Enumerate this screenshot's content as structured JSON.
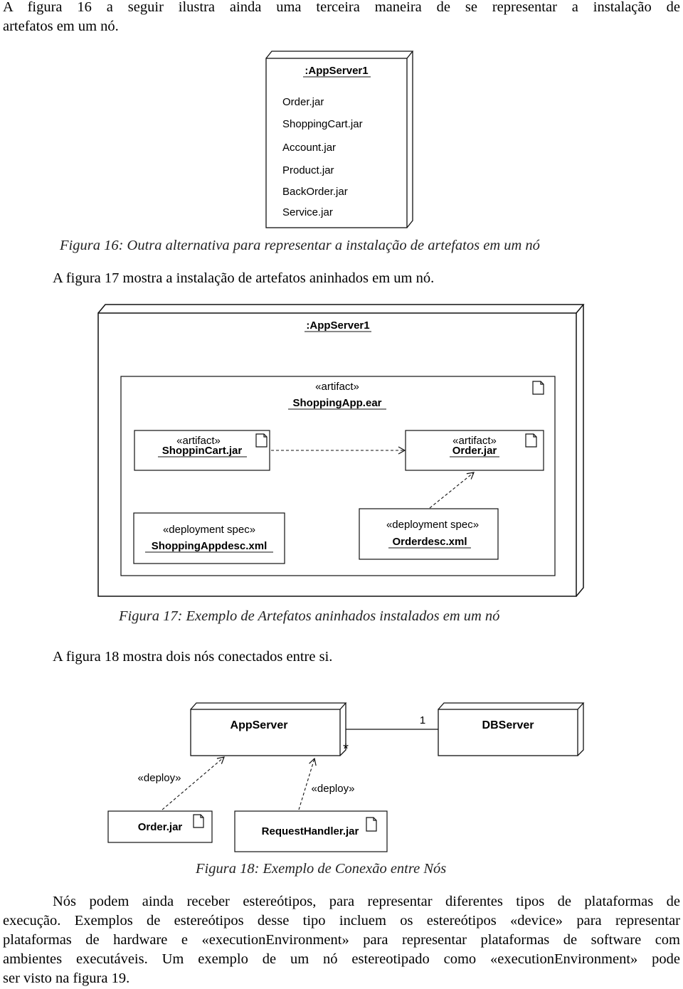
{
  "intro": {
    "line1": "A figura 16 a seguir ilustra ainda uma terceira maneira de se representar a instalação de",
    "line2": "artefatos em um nó."
  },
  "figure16": {
    "node_name": ":AppServer1",
    "artifacts": [
      "Order.jar",
      "ShoppingCart.jar",
      "Account.jar",
      "Product.jar",
      "BackOrder.jar",
      "Service.jar"
    ],
    "caption": "Figura 16: Outra alternativa para representar a instalação de artefatos em um nó"
  },
  "para17": "A figura 17 mostra a instalação de artefatos aninhados em um nó.",
  "figure17": {
    "node_name": ":AppServer1",
    "ear": {
      "stereotype": "«artifact»",
      "name": "ShoppingApp.ear"
    },
    "shopping_cart": {
      "stereotype": "«artifact»",
      "name": "ShoppinCart.jar"
    },
    "order": {
      "stereotype": "«artifact»",
      "name": "Order.jar"
    },
    "spec1": {
      "stereotype": "«deployment spec»",
      "name": "ShoppingAppdesc.xml"
    },
    "spec2": {
      "stereotype": "«deployment spec»",
      "name": "Orderdesc.xml"
    },
    "caption": "Figura 17: Exemplo de Artefatos aninhados instalados em um nó"
  },
  "para18": "A figura 18 mostra dois nós conectados entre si.",
  "figure18": {
    "appserver": "AppServer",
    "dbserver": "DBServer",
    "multiplicity_one": "1",
    "multiplicity_many": "*",
    "deploy_left": "«deploy»",
    "deploy_right": "«deploy»",
    "order_jar": "Order.jar",
    "request_handler": "RequestHandler.jar",
    "caption": "Figura 18: Exemplo de Conexão entre Nós"
  },
  "final_paragraph": {
    "line1": "Nós podem ainda receber estereótipos, para representar diferentes tipos de plataformas de",
    "line2": "execução. Exemplos de estereótipos desse tipo incluem os estereótipos «device» para representar",
    "line3": "plataformas de hardware e «executionEnvironment» para representar plataformas de software com",
    "line4": "ambientes executáveis. Um exemplo de um nó estereotipado como «executionEnvironment» pode",
    "line5": "ser visto na figura 19."
  }
}
